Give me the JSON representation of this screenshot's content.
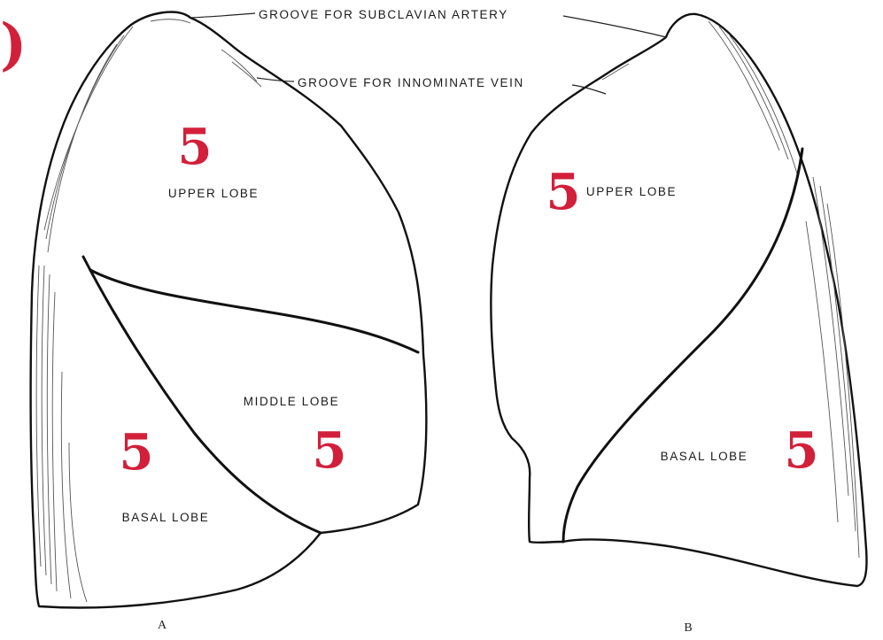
{
  "colors": {
    "numeral": "#d2203a",
    "ink": "#111111",
    "background": "#ffffff"
  },
  "corner_mark": ")",
  "annotations": {
    "groove_subclavian": "GROOVE FOR SUBCLAVIAN ARTERY",
    "groove_innominate": "GROOVE FOR INNOMINATE VEIN"
  },
  "lung_a": {
    "figure_label": "A",
    "upper_lobe": {
      "label": "UPPER LOBE",
      "number": "5"
    },
    "middle_lobe": {
      "label": "MIDDLE LOBE",
      "number": "5"
    },
    "basal_lobe": {
      "label": "BASAL LOBE",
      "number": "5"
    }
  },
  "lung_b": {
    "figure_label": "B",
    "upper_lobe": {
      "label": "UPPER LOBE",
      "number": "5"
    },
    "basal_lobe": {
      "label": "BASAL LOBE",
      "number": "5"
    }
  }
}
